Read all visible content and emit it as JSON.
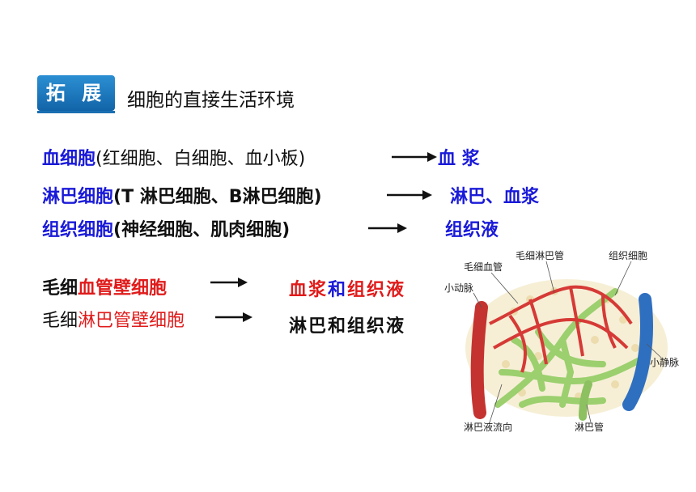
{
  "header": {
    "badge": "拓 展",
    "title": "细胞的直接生活环境"
  },
  "lines": [
    {
      "cell": "血细胞",
      "detail": "(红细胞、白细胞、血小板)",
      "env": "血 浆"
    },
    {
      "cell": "淋巴细胞",
      "detail": "(T  淋巴细胞、B淋巴细胞)",
      "env": "淋巴、血浆"
    },
    {
      "cell": "组织细胞",
      "detail": "(神经细胞、肌肉细胞)",
      "env": "组织液"
    }
  ],
  "vessel_lines": [
    {
      "prefix": "毛细",
      "cell": "血管壁细胞",
      "env_a": "血浆",
      "env_and": "和",
      "env_b": "组织液"
    },
    {
      "prefix": "毛细",
      "cell": "淋巴管壁细胞",
      "env": "淋巴和组织液"
    }
  ],
  "figure_labels": {
    "capillary": "毛细血管",
    "lymph_capillary": "毛细淋巴管",
    "tissue_cell": "组织细胞",
    "arteriole": "小动脉",
    "venule": "小静脉",
    "lymph_flow": "淋巴液流向",
    "lymph_vessel": "淋巴管"
  },
  "colors": {
    "blue_text": "#1a1ad8",
    "red_text": "#e01b1b",
    "badge": "#1a6fb3"
  }
}
